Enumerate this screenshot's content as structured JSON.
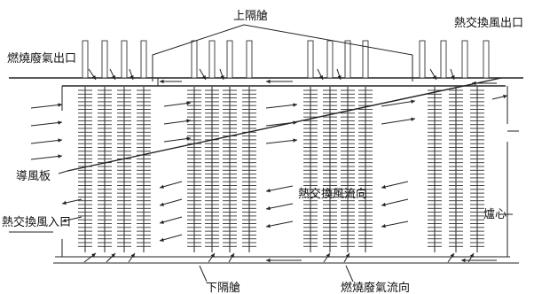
{
  "labels": {
    "upper_plenum": "上隔艙",
    "hot_air_outlet": "熱交換風出口",
    "flue_gas_outlet": "燃燒廢氣出口",
    "baffle": "導風板",
    "hot_air_inlet": "熱交換風入口",
    "hot_air_flow": "熱交換風流向",
    "furnace_core": "爐心",
    "lower_plenum": "下隔艙",
    "flue_gas_flow": "燃燒廢氣流向"
  }
}
